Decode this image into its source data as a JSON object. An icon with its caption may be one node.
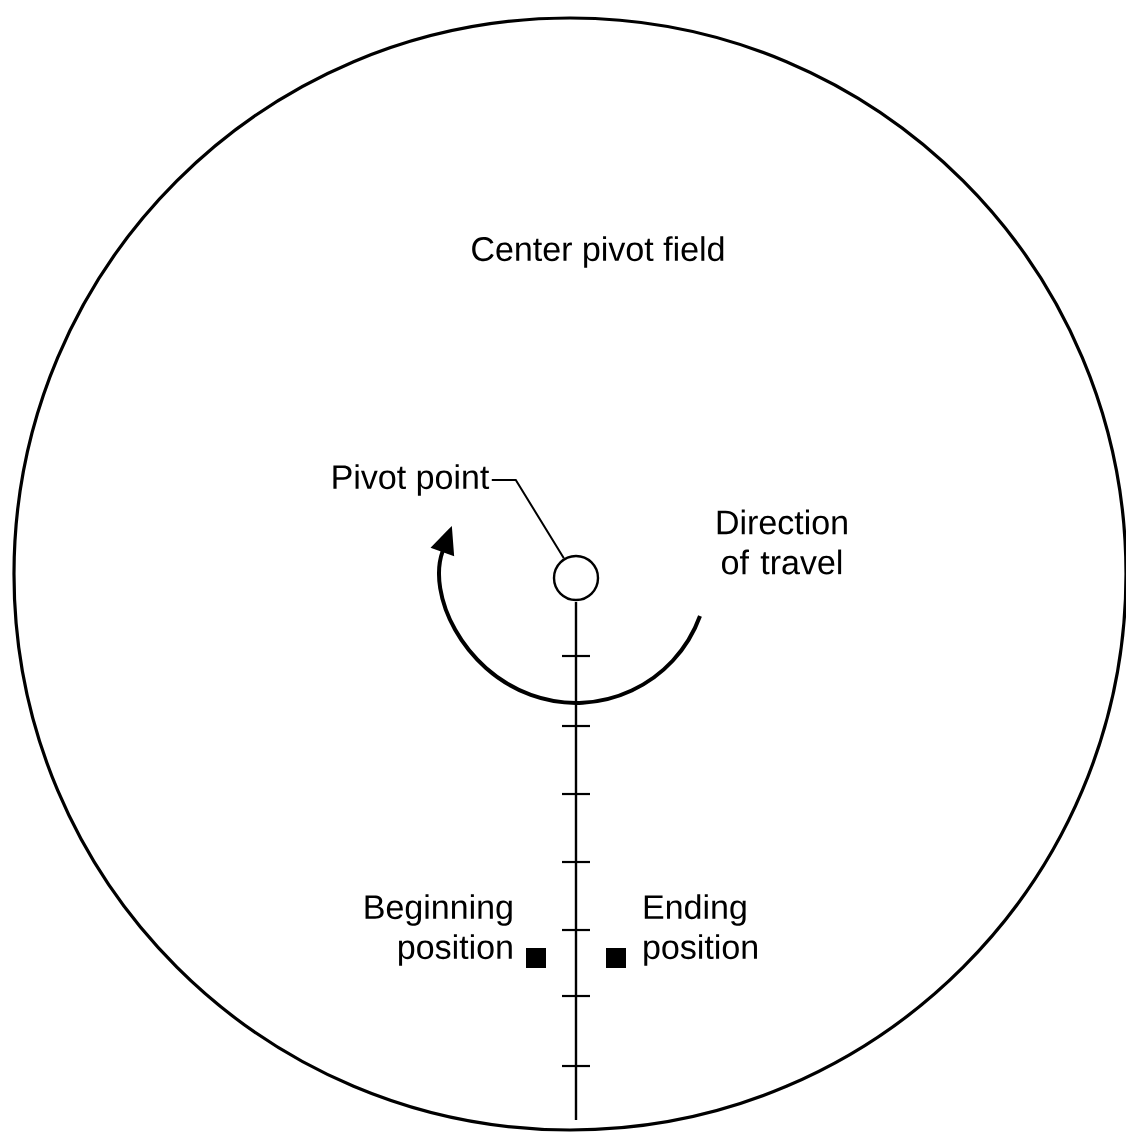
{
  "diagram": {
    "nodes": [
      {
        "text": [
          "Center pivot field"
        ]
      },
      {
        "text": [
          "Pivot point"
        ],
        "in": 0
      },
      {
        "text": [],
        "shape": "circle",
        "in": 0
      }
    ],
    "edges": [
      {
        "from": 1,
        "to": 2,
        "arrow": "none"
      }
    ],
    "labels": [
      "Direction of travel",
      "Beginning position",
      "Ending position"
    ]
  }
}
